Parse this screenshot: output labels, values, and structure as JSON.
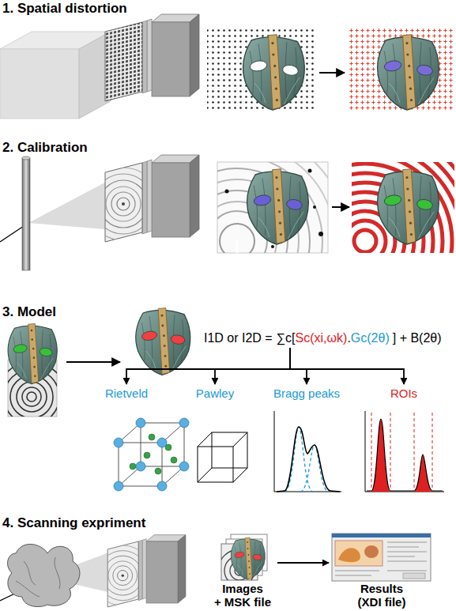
{
  "diagram": {
    "nodes": [
      {
        "text": [
          "I1D or I2D =",
          "∑c[",
          "Sc(xi,ωk)",
          ".",
          "Gc(2θ)",
          "] + B(2θ)"
        ]
      },
      {
        "text": [
          "Rietveld"
        ]
      },
      {
        "text": [
          "Pawley"
        ]
      },
      {
        "text": [
          "Bragg peaks"
        ]
      },
      {
        "text": [
          "ROIs"
        ]
      },
      {
        "text": [
          "Images",
          "+ MSK file"
        ]
      },
      {
        "text": [
          "Results",
          "(XDI file)"
        ]
      }
    ],
    "edges": [
      {
        "from": 0,
        "to": 1,
        "arrow": "to"
      },
      {
        "from": 0,
        "to": 2,
        "arrow": "to"
      },
      {
        "from": 0,
        "to": 3,
        "arrow": "to"
      },
      {
        "from": 0,
        "to": 4,
        "arrow": "to"
      },
      {
        "from": 5,
        "to": 6,
        "arrow": "to"
      }
    ],
    "labels": [
      "1. Spatial distortion",
      "2. Calibration",
      "3. Model",
      "4. Scanning expriment"
    ]
  }
}
